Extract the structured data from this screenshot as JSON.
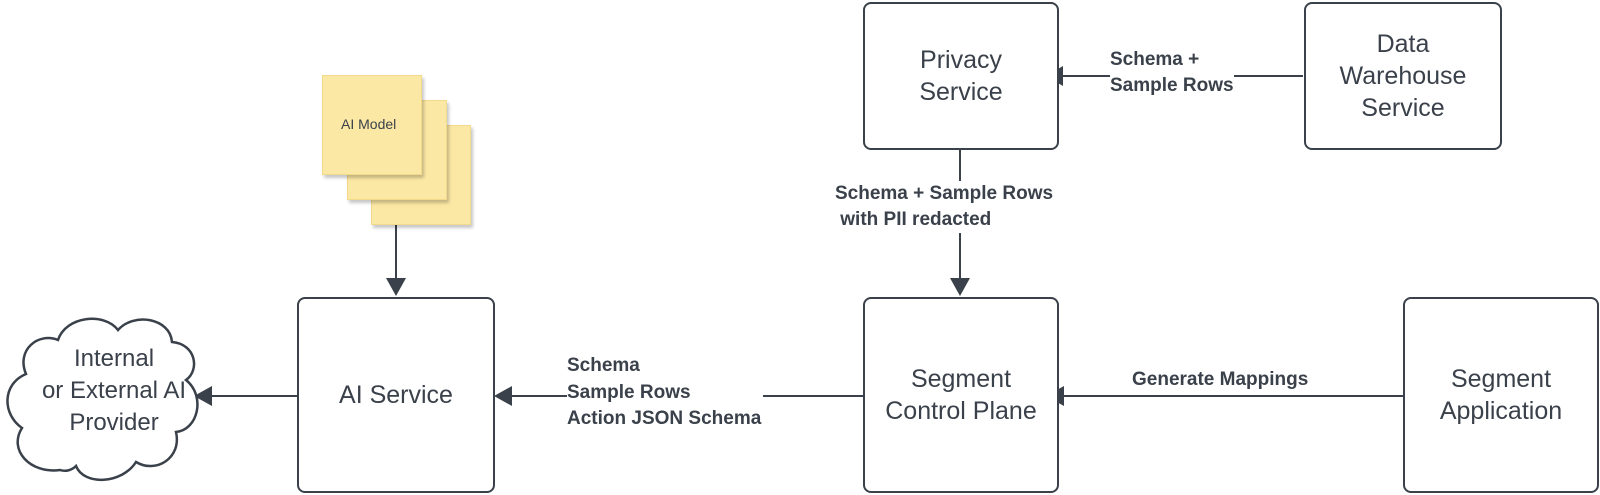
{
  "nodes": {
    "privacy_service": "Privacy\nService",
    "data_warehouse_service": "Data\nWarehouse\nService",
    "ai_service": "AI Service",
    "segment_control_plane": "Segment\nControl Plane",
    "segment_application": "Segment\nApplication",
    "ai_provider": "Internal\nor External AI\nProvider",
    "ai_model": "AI Model"
  },
  "edge_labels": {
    "warehouse_to_privacy": "Schema +\nSample Rows",
    "privacy_to_control_plane": "Schema + Sample Rows\n with PII redacted",
    "control_plane_to_ai_service": "Schema\nSample Rows\nAction JSON Schema",
    "application_to_control_plane": "Generate Mappings"
  },
  "colors": {
    "stroke": "#3a414a",
    "sticky_note": "#fbe8a5"
  }
}
